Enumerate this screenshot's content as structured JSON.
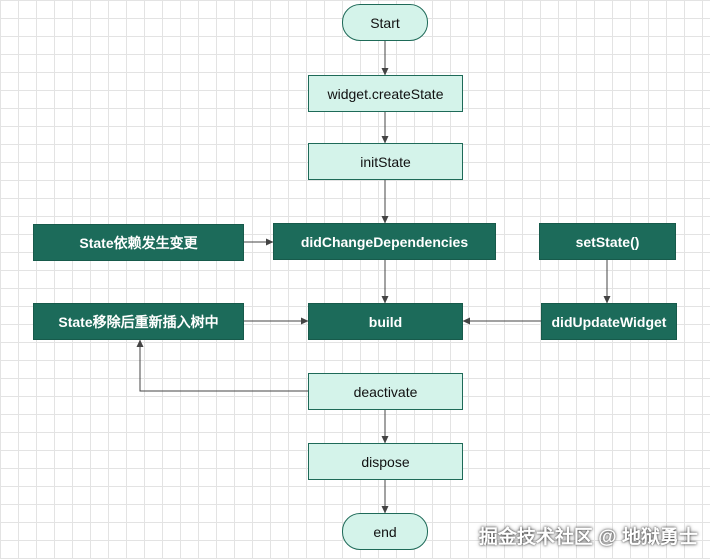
{
  "nodes": {
    "start": "Start",
    "create_state": "widget.createState",
    "init_state": "initState",
    "did_change_dependencies": "didChangeDependencies",
    "state_dependency_changed": "State依赖发生变更",
    "set_state": "setState()",
    "build": "build",
    "state_reinserted": "State移除后重新插入树中",
    "did_update_widget": "didUpdateWidget",
    "deactivate": "deactivate",
    "dispose": "dispose",
    "end": "end"
  },
  "watermark": "掘金技术社区 @ 地狱勇士",
  "colors": {
    "light_fill": "#d4f3ea",
    "dark_fill": "#1c6b5a",
    "border": "#1e6a58",
    "edge": "#444444"
  }
}
